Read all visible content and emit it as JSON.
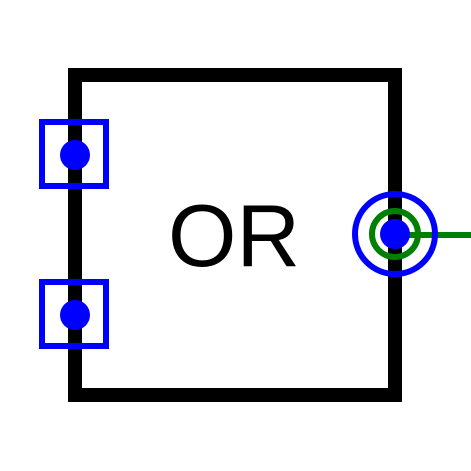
{
  "gate": {
    "type_label": "OR"
  },
  "pins": {
    "inputs": [
      {
        "id": "input-1",
        "shape": "square"
      },
      {
        "id": "input-2",
        "shape": "square"
      }
    ],
    "output": {
      "id": "output",
      "shape": "circle"
    }
  },
  "wires": [
    {
      "id": "output-wire",
      "from": "output"
    }
  ],
  "colors": {
    "background": "#ffffff",
    "gate_outline": "#000000",
    "pin_marker": "#0000ff",
    "pin_dot": "#0000ff",
    "output_highlight": "#008000",
    "wire": "#008000",
    "label": "#000000"
  }
}
